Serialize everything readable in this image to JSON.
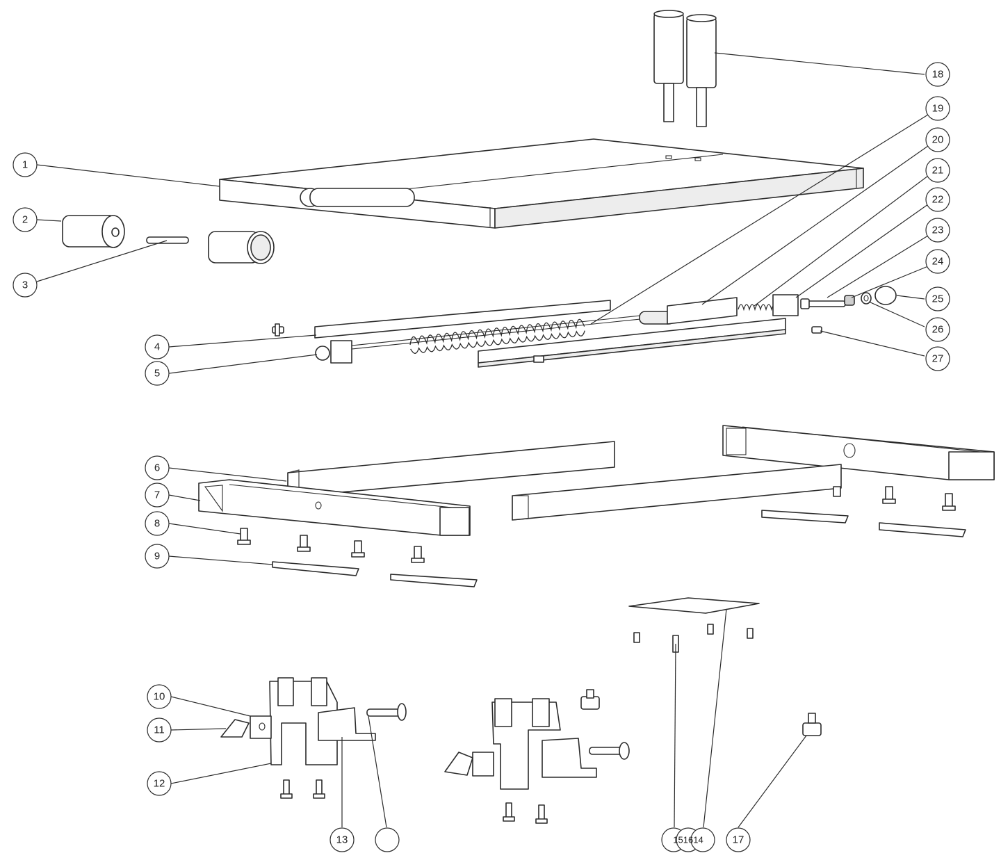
{
  "callouts": {
    "c1": "1",
    "c2": "2",
    "c3": "3",
    "c4": "4",
    "c5": "5",
    "c6": "6",
    "c7": "7",
    "c8": "8",
    "c9": "9",
    "c10": "10",
    "c11": "11",
    "c12": "12",
    "c13": "13",
    "c_blank": "",
    "c15_16_14": "151614",
    "c17": "17",
    "c18": "18",
    "c19": "19",
    "c20": "20",
    "c21": "21",
    "c22": "22",
    "c23": "23",
    "c24": "24",
    "c25": "25",
    "c26": "26",
    "c27": "27"
  }
}
